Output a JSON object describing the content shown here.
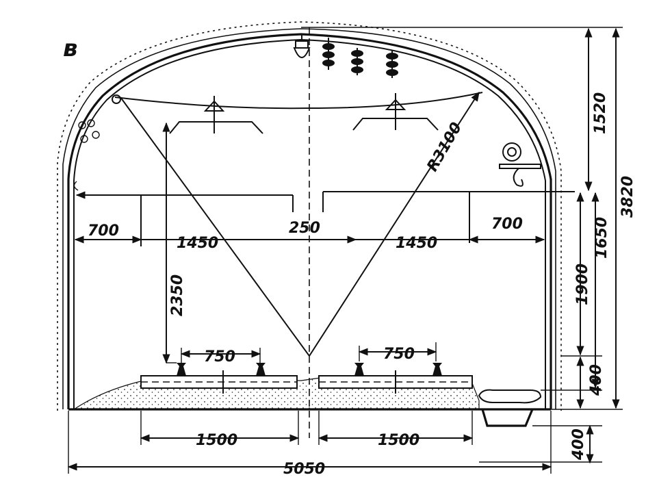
{
  "figure_letter": "в",
  "dimensions": {
    "total_width": "5050",
    "left_track": "1500",
    "right_track": "1500",
    "gauge_left": "750",
    "gauge_right": "750",
    "left_clearance": "700",
    "right_clearance": "700",
    "left_span": "1450",
    "right_span": "1450",
    "center_gap": "250",
    "rail_height": "2350",
    "radius": "R3100",
    "arch_height": "1520",
    "total_height": "3820",
    "upper_wall": "1650",
    "wall_height": "1900",
    "ballast_height": "400",
    "ditch_depth": "400"
  }
}
